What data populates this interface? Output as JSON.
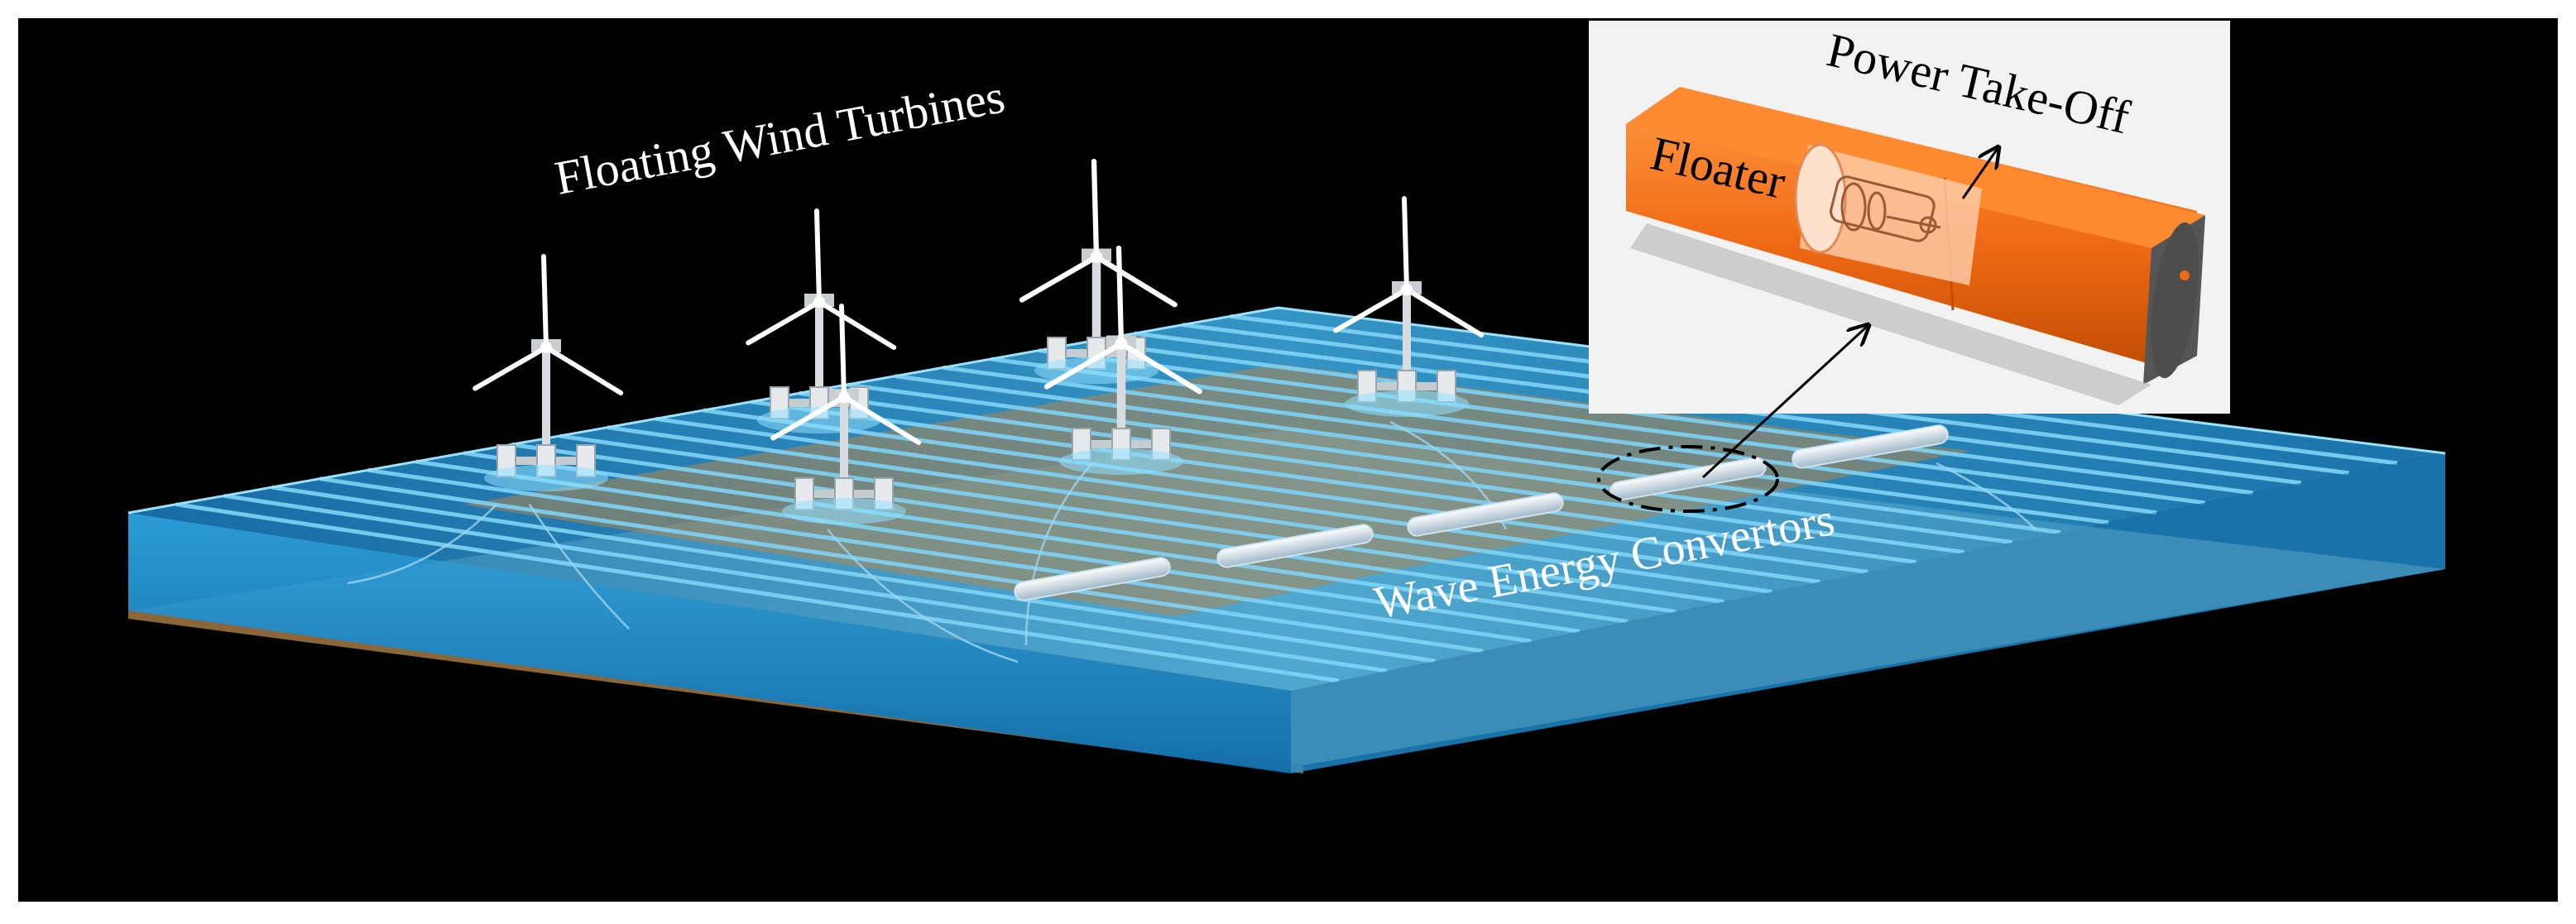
{
  "labels": {
    "turbines": "Floating Wind Turbines",
    "wec": "Wave Energy Convertors",
    "pto": "Power Take-Off",
    "floater": "Floater"
  },
  "colors": {
    "background": "#000000",
    "frame": "#ffffff",
    "water": "#1a8fd0",
    "water_light": "#5cc4f0",
    "seabed": "#b0854e",
    "floater_orange": "#f2741d",
    "inset_bg": "#f2f2f2",
    "label_text": "#ffffff",
    "inset_text": "#000000"
  },
  "icons": {
    "turbine": "wind-turbine-icon",
    "wec": "wave-energy-convertor-icon",
    "zoom": "dash-dot-ellipse-icon"
  }
}
